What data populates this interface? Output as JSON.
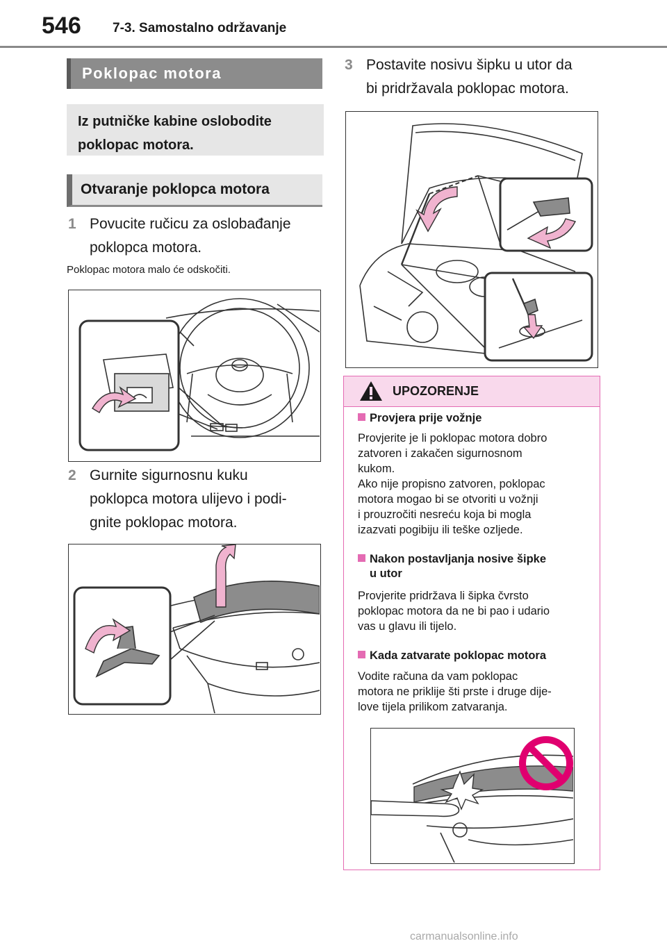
{
  "header": {
    "page_number": "546",
    "section_title": "7-3. Samostalno održavanje"
  },
  "left_column": {
    "main_heading": "Poklopac motora",
    "note": "Iz putničke kabine oslobodite poklopac motora.",
    "sub_heading": "Otvaranje poklopca motora",
    "step1": {
      "num": "1",
      "lines": [
        "Povucite ručicu za oslobađanje",
        "poklopca motora."
      ]
    },
    "caption1": "Poklopac motora malo će odskočiti.",
    "step2": {
      "num": "2",
      "lines": [
        "Gurnite sigurnosnu kuku",
        "poklopca motora ulijevo i podi-",
        "gnite poklopac motora."
      ]
    }
  },
  "right_column": {
    "step3": {
      "num": "3",
      "lines": [
        "Postavite nosivu šipku u utor da",
        "bi pridržavala poklopac motora."
      ]
    }
  },
  "warning": {
    "title": "UPOZORENJE",
    "items": [
      {
        "heading": "Provjera prije vožnje",
        "body": [
          "Provjerite je li poklopac motora dobro",
          "zatvoren i zakačen sigurnosnom",
          "kukom.",
          "Ako nije propisno zatvoren, poklopac",
          "motora mogao bi se otvoriti u vožnji",
          "i prouzročiti nesreću koja bi mogla",
          "izazvati pogibiju ili teške ozljede."
        ]
      },
      {
        "heading_lines": [
          "Nakon postavljanja nosive šipke",
          "u utor"
        ],
        "body": [
          "Provjerite pridržava li šipka čvrsto",
          "poklopac motora da ne bi pao i udario",
          "vas u glavu ili tijelo."
        ]
      },
      {
        "heading": "Kada zatvarate poklopac motora",
        "body": [
          "Vodite računa da vam poklopac",
          "motora ne priklije šti prste i druge dije-",
          "love tijela prilikom zatvaranja."
        ]
      }
    ]
  },
  "watermark": "carmanualsonline.info",
  "colors": {
    "accent_gray": "#8c8c8c",
    "warning_pink": "#e46bb3",
    "warning_fill": "#f9d9ec",
    "arrow_pink": "#f0b3cf"
  }
}
